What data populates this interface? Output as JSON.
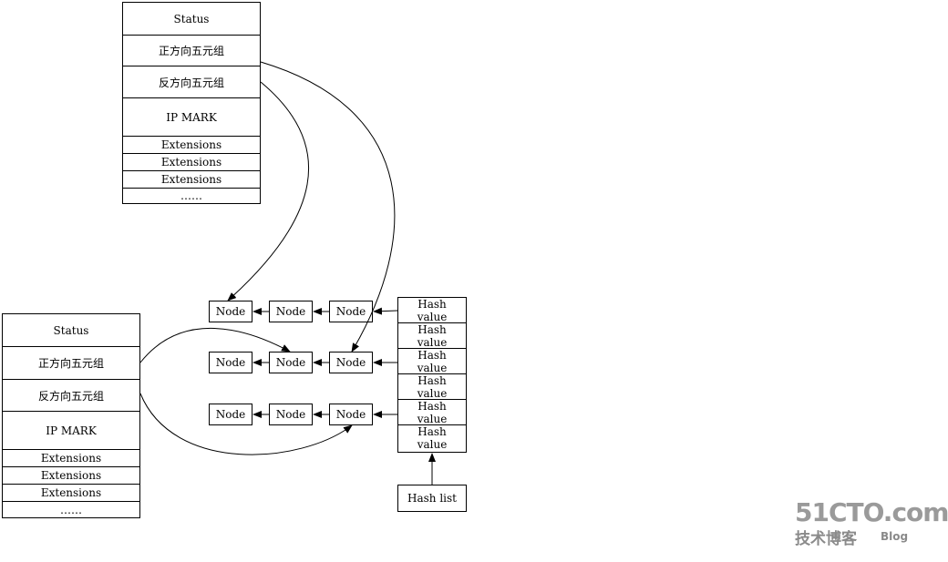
{
  "conntrack_top": {
    "rows": [
      "Status",
      "正方向五元组",
      "反方向五元组",
      "IP MARK",
      "Extensions",
      "Extensions",
      "Extensions",
      "……"
    ]
  },
  "conntrack_bottom": {
    "rows": [
      "Status",
      "正方向五元组",
      "反方向五元组",
      "IP MARK",
      "Extensions",
      "Extensions",
      "Extensions",
      "……"
    ]
  },
  "node_label": "Node",
  "hash_table": {
    "cells": [
      {
        "line1": "Hash",
        "line2": "value"
      },
      {
        "line1": "Hash",
        "line2": "value"
      },
      {
        "line1": "Hash",
        "line2": "value"
      },
      {
        "line1": "Hash",
        "line2": "value"
      },
      {
        "line1": "Hash",
        "line2": "value"
      },
      {
        "line1": "Hash",
        "line2": "value"
      }
    ]
  },
  "hash_list_label": "Hash list",
  "watermark": {
    "main": "51CTO.com",
    "sub": "技术博客",
    "blog": "Blog"
  }
}
